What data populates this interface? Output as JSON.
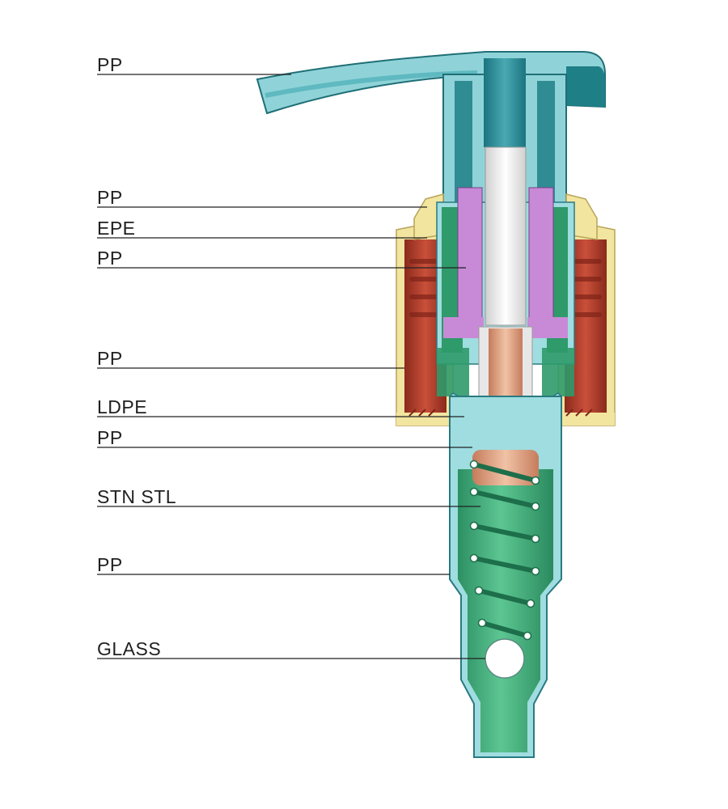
{
  "labels": [
    {
      "id": "actuator",
      "text": "PP"
    },
    {
      "id": "collar-top",
      "text": "PP"
    },
    {
      "id": "gasket",
      "text": "EPE"
    },
    {
      "id": "collar-inner",
      "text": "PP"
    },
    {
      "id": "closure",
      "text": "PP"
    },
    {
      "id": "seal",
      "text": "LDPE"
    },
    {
      "id": "piston",
      "text": "PP"
    },
    {
      "id": "spring",
      "text": "STN STL"
    },
    {
      "id": "body",
      "text": "PP"
    },
    {
      "id": "ball",
      "text": "GLASS"
    }
  ],
  "colors": {
    "actuator": "#8fd3d8",
    "actuator_shade": "#1f7f86",
    "body": "#9fdde0",
    "green": "#2f9a6a",
    "green_light": "#55c08c",
    "closure": "#b5412f",
    "closure_dark": "#7e2318",
    "yellow": "#f2e5a0",
    "purple": "#c88ad6",
    "stem": "#e7e7e7",
    "copper": "#d99a7a",
    "ball": "#ffffff"
  }
}
